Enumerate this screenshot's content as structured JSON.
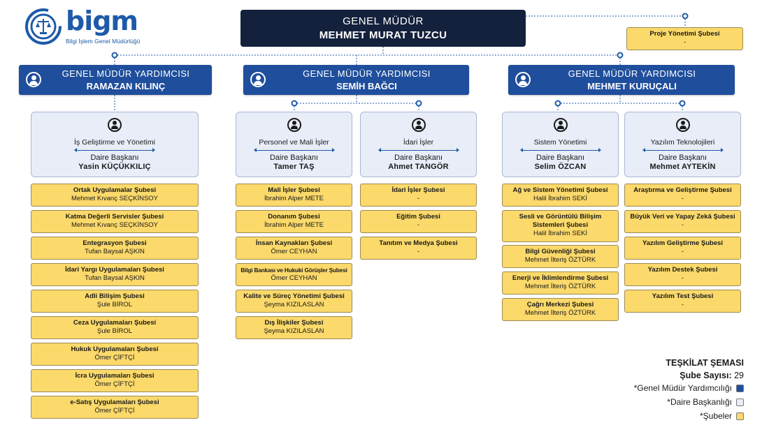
{
  "logo": {
    "word": "bigm",
    "subtitle": "Bilgi İşlem Genel Müdürlüğü"
  },
  "general_director": {
    "role": "GENEL MÜDÜR",
    "name": "MEHMET MURAT TUZCU"
  },
  "project_branch": {
    "name": "Proje Yönetimi Şubesi",
    "head": "-"
  },
  "assistants": [
    {
      "role": "GENEL MÜDÜR YARDIMCISI",
      "name": "RAMAZAN KILINÇ"
    },
    {
      "role": "GENEL MÜDÜR YARDIMCISI",
      "name": "SEMİH BAĞCI"
    },
    {
      "role": "GENEL MÜDÜR YARDIMCISI",
      "name": "MEHMET KURUÇALI"
    }
  ],
  "departments": [
    {
      "name": "İş Geliştirme ve Yönetimi",
      "title": "Daire Başkanı",
      "head": "Yasin KÜÇÜKKILIÇ",
      "branches": [
        {
          "name": "Ortak Uygulamalar Şubesi",
          "head": "Mehmet Kıvanç SEÇKİNSOY"
        },
        {
          "name": "Katma Değerli Servisler Şubesi",
          "head": "Mehmet Kıvanç SEÇKİNSOY"
        },
        {
          "name": "Entegrasyon Şubesi",
          "head": "Tufan Baysal AŞKIN"
        },
        {
          "name": "İdari Yargı Uygulamaları Şubesi",
          "head": "Tufan Baysal AŞKIN"
        },
        {
          "name": "Adli Bilişim Şubesi",
          "head": "Şule BİROL"
        },
        {
          "name": "Ceza Uygulamaları Şubesi",
          "head": "Şule BİROL"
        },
        {
          "name": "Hukuk Uygulamaları Şubesi",
          "head": "Ömer ÇİFTÇİ"
        },
        {
          "name": "İcra Uygulamaları Şubesi",
          "head": "Ömer ÇİFTÇİ"
        },
        {
          "name": "e-Satış Uygulamaları Şubesi",
          "head": "Ömer ÇİFTÇİ"
        }
      ]
    },
    {
      "name": "Personel ve Mali İşler",
      "title": "Daire Başkanı",
      "head": "Tamer TAŞ",
      "branches": [
        {
          "name": "Mali İşler Şubesi",
          "head": "İbrahim Alper METE"
        },
        {
          "name": "Donanım Şubesi",
          "head": "İbrahim Alper METE"
        },
        {
          "name": "İnsan Kaynakları Şubesi",
          "head": "Ömer CEYHAN"
        },
        {
          "name": "Bilgi Bankası ve Hukuki Görüşler Şubesi",
          "head": "Ömer CEYHAN"
        },
        {
          "name": "Kalite ve Süreç Yönetimi Şubesi",
          "head": "Şeyma KIZILASLAN"
        },
        {
          "name": "Dış İlişkiler Şubesi",
          "head": "Şeyma KIZILASLAN"
        }
      ]
    },
    {
      "name": "İdari İşler",
      "title": "Daire Başkanı",
      "head": "Ahmet TANGÖR",
      "branches": [
        {
          "name": "İdari İşler Şubesi",
          "head": "-"
        },
        {
          "name": "Eğitim Şubesi",
          "head": "-"
        },
        {
          "name": "Tanıtım ve Medya Şubesi",
          "head": "-"
        }
      ]
    },
    {
      "name": "Sistem Yönetimi",
      "title": "Daire Başkanı",
      "head": "Selim ÖZCAN",
      "branches": [
        {
          "name": "Ağ ve Sistem Yönetimi Şubesi",
          "head": "Halil İbrahim SEKİ"
        },
        {
          "name": "Sesli ve Görüntülü Bilişim Sistemleri Şubesi",
          "head": "Halil İbrahim SEKİ"
        },
        {
          "name": "Bilgi Güvenliği Şubesi",
          "head": "Mehmet İlteriş ÖZTÜRK"
        },
        {
          "name": "Enerji ve İklimlendirme Şubesi",
          "head": "Mehmet İlteriş ÖZTÜRK"
        },
        {
          "name": "Çağrı Merkezi Şubesi",
          "head": "Mehmet İlteriş ÖZTÜRK"
        }
      ]
    },
    {
      "name": "Yazılım Teknolojileri",
      "title": "Daire Başkanı",
      "head": "Mehmet AYTEKİN",
      "branches": [
        {
          "name": "Araştırma ve Geliştirme Şubesi",
          "head": "-"
        },
        {
          "name": "Büyük Veri ve Yapay Zekâ Şubesi",
          "head": "-"
        },
        {
          "name": "Yazılım Geliştirme Şubesi",
          "head": "-"
        },
        {
          "name": "Yazılım Destek Şubesi",
          "head": "-"
        },
        {
          "name": "Yazılım Test Şubesi",
          "head": "-"
        }
      ]
    }
  ],
  "legend": {
    "title": "TEŞKİLAT ŞEMASI",
    "count_label": "Şube Sayısı:",
    "count_value": "29",
    "items": [
      {
        "label": "*Genel Müdür Yardımcılığı",
        "color": "#1f4e9c"
      },
      {
        "label": "*Daire Başkanlığı",
        "color": "#e8edf8"
      },
      {
        "label": "*Şubeler",
        "color": "#fbd96a"
      }
    ]
  },
  "colors": {
    "director": "#14213d",
    "assistant": "#1f4e9c",
    "department": "#e8edf8",
    "branch": "#fbd96a",
    "connector": "#1e5aa8"
  }
}
